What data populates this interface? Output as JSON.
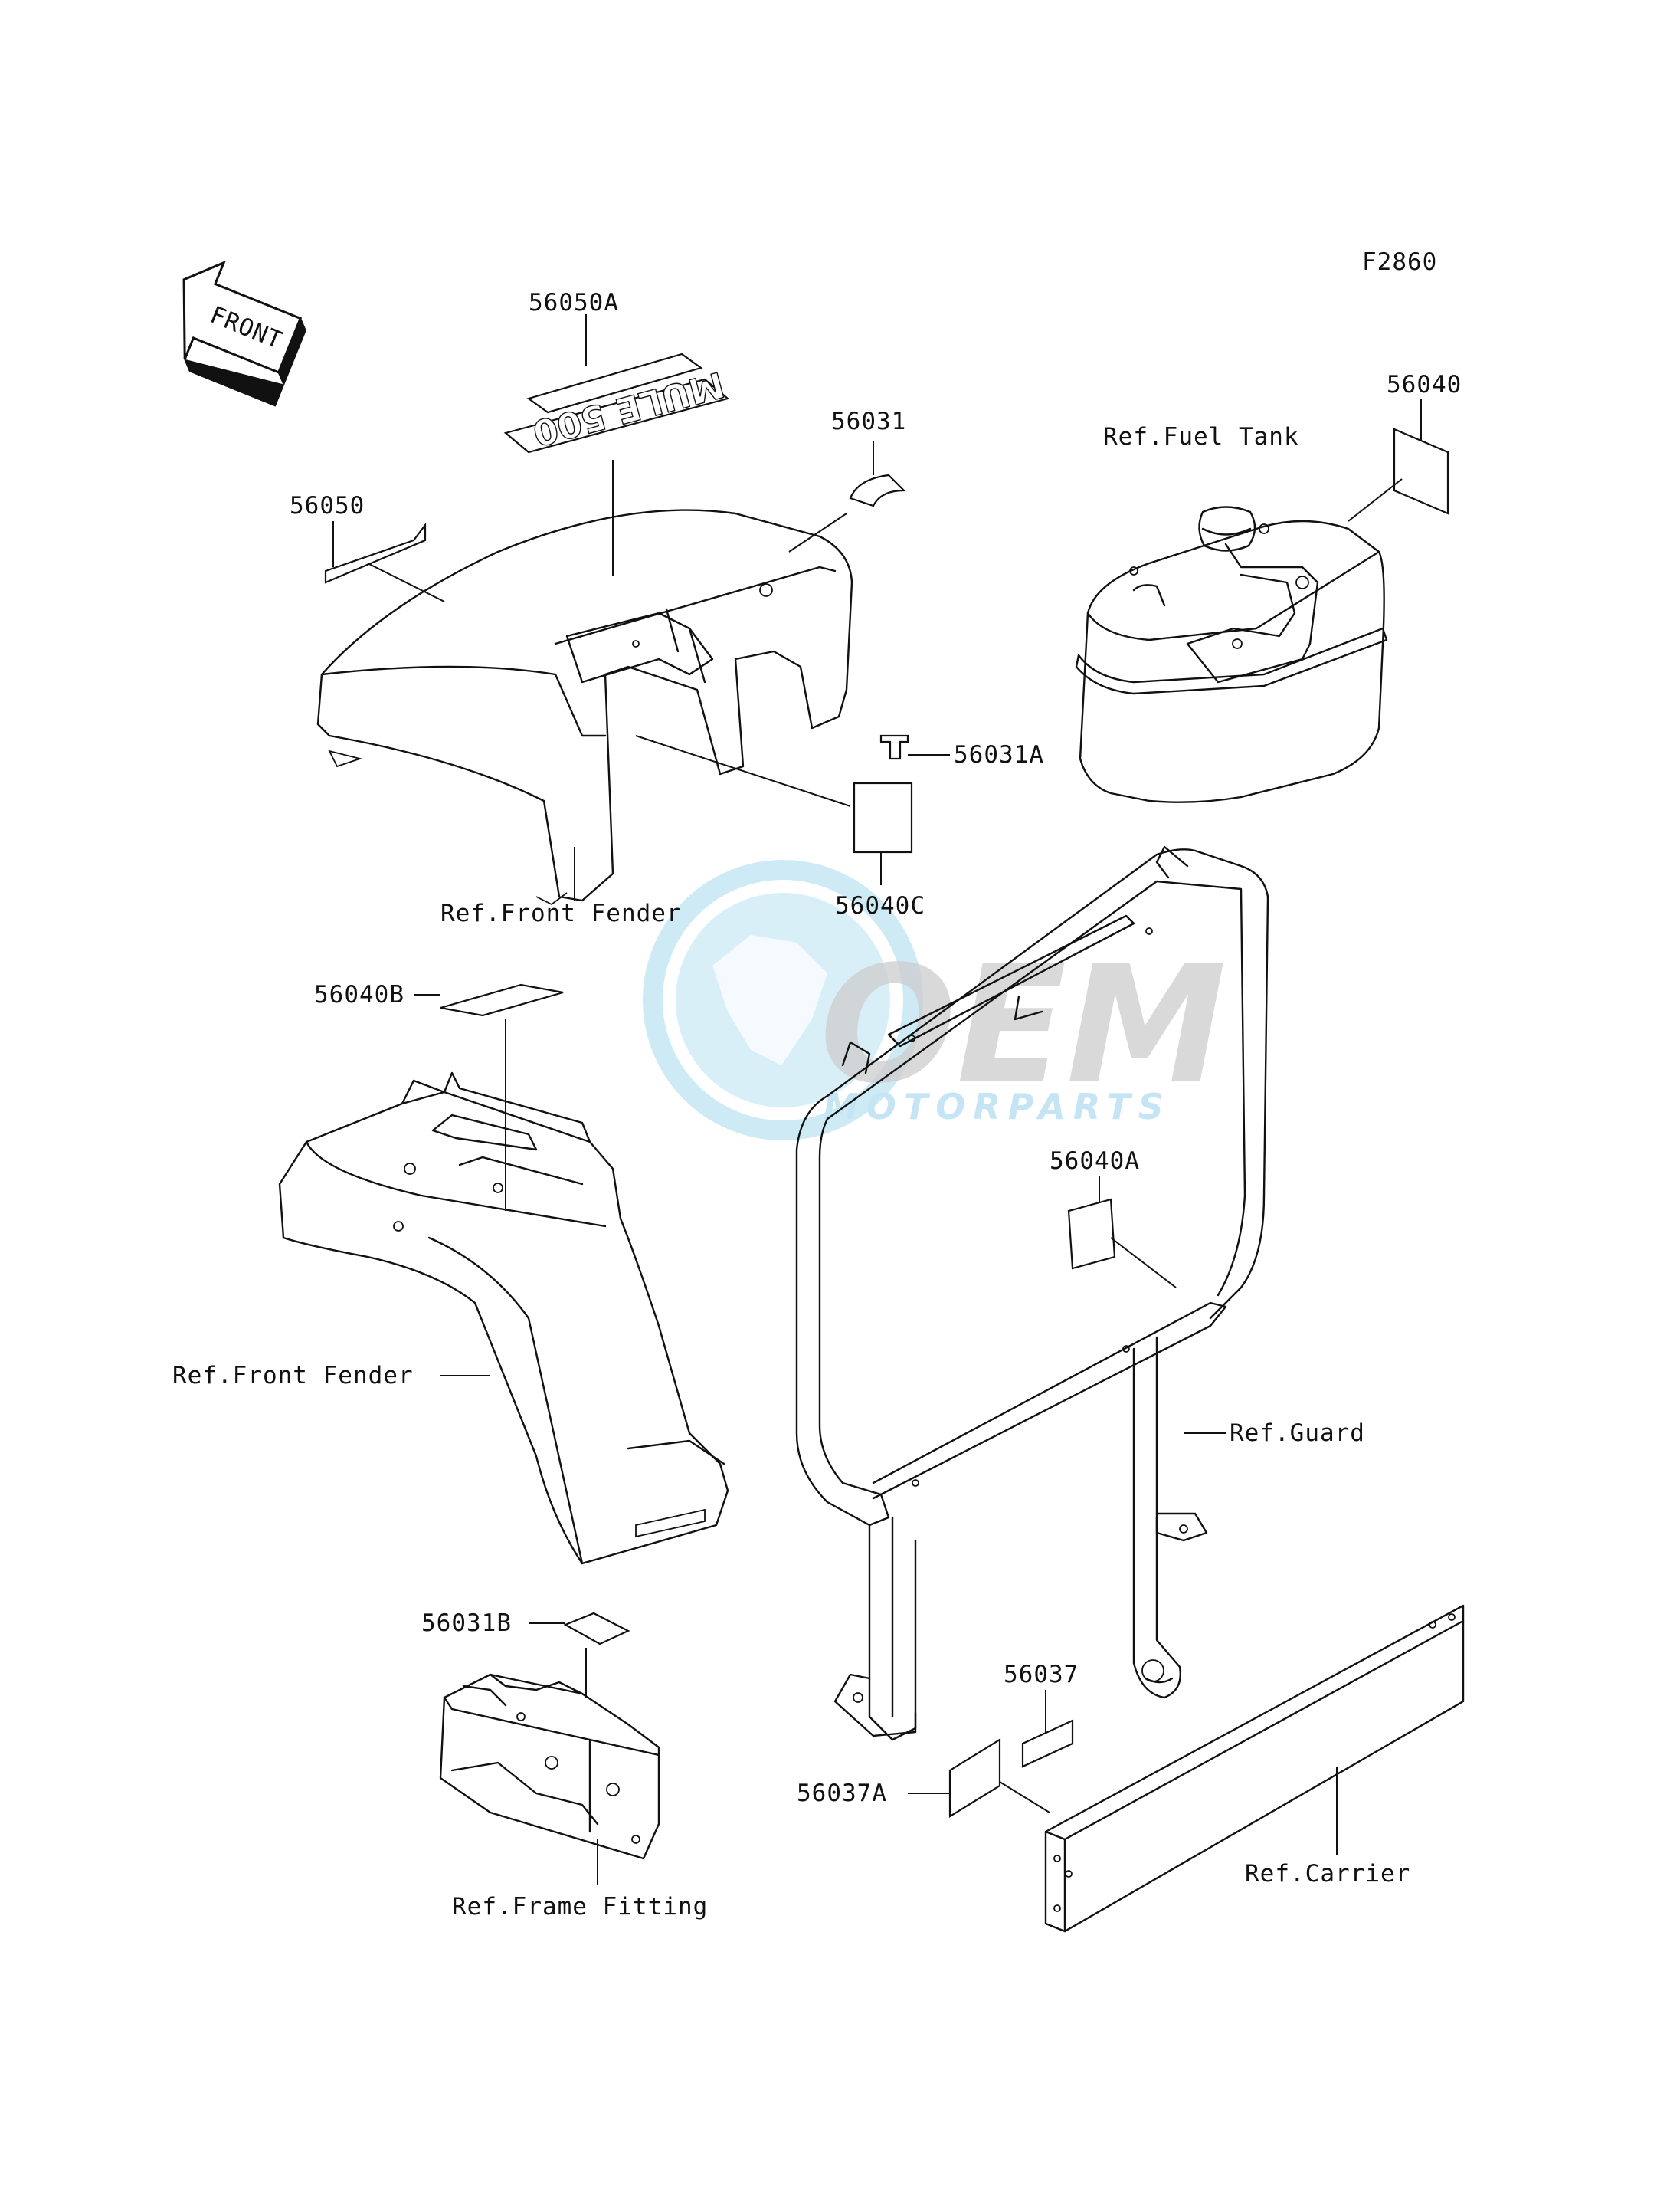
{
  "figure_code": "F2860",
  "front_arrow_label": "FRONT",
  "decal_text": "MULE 500",
  "watermark": {
    "line1": "OEM",
    "line2": "MOTORPARTS",
    "color": "#bfe3f3"
  },
  "labels": {
    "p56050A": "56050A",
    "p56031": "56031",
    "p56040": "56040",
    "p56050": "56050",
    "ref_fuel_tank": "Ref.Fuel Tank",
    "p56031A": "56031A",
    "ref_front_fender_1": "Ref.Front Fender",
    "p56040C": "56040C",
    "p56040B": "56040B",
    "p56040A": "56040A",
    "ref_front_fender_2": "Ref.Front Fender",
    "ref_guard": "Ref.Guard",
    "p56031B": "56031B",
    "p56037": "56037",
    "p56037A": "56037A",
    "ref_carrier": "Ref.Carrier",
    "ref_frame_fitting": "Ref.Frame Fitting"
  }
}
